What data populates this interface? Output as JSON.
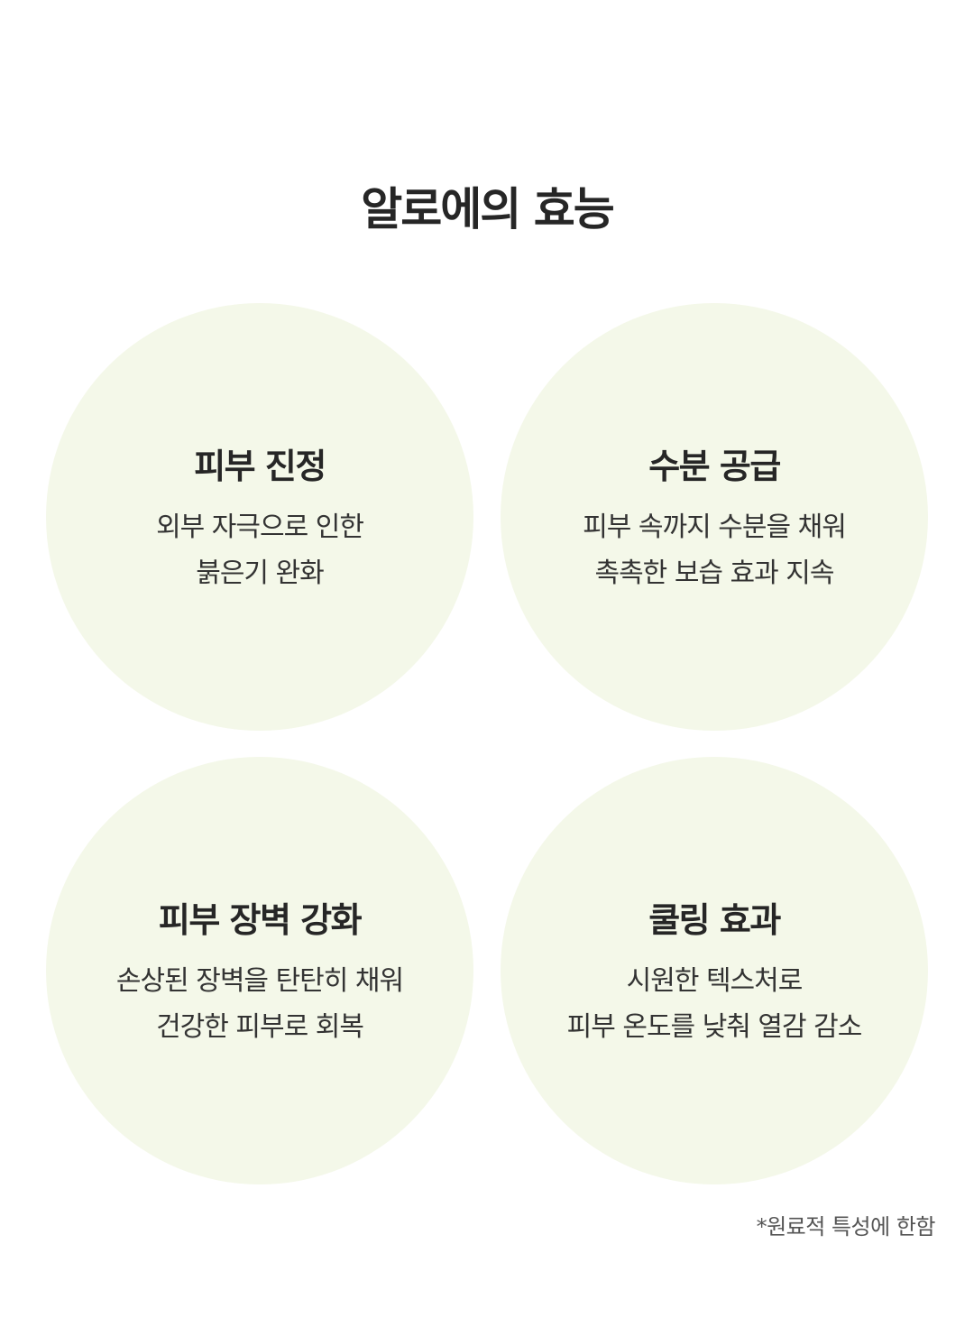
{
  "title": "알로에의 효능",
  "benefits": [
    {
      "heading": "피부 진정",
      "lines": [
        "외부 자극으로 인한",
        "붉은기 완화"
      ]
    },
    {
      "heading": "수분 공급",
      "lines": [
        "피부 속까지 수분을 채워",
        "촉촉한 보습 효과 지속"
      ]
    },
    {
      "heading": "피부 장벽 강화",
      "lines": [
        "손상된 장벽을 탄탄히 채워",
        "건강한 피부로 회복"
      ]
    },
    {
      "heading": "쿨링 효과",
      "lines": [
        "시원한 텍스처로",
        "피부 온도를 낮춰 열감 감소"
      ]
    }
  ],
  "footnote": "*원료적 특성에 한함",
  "colors": {
    "circle": "#f4f8e9",
    "text": "#262626"
  }
}
